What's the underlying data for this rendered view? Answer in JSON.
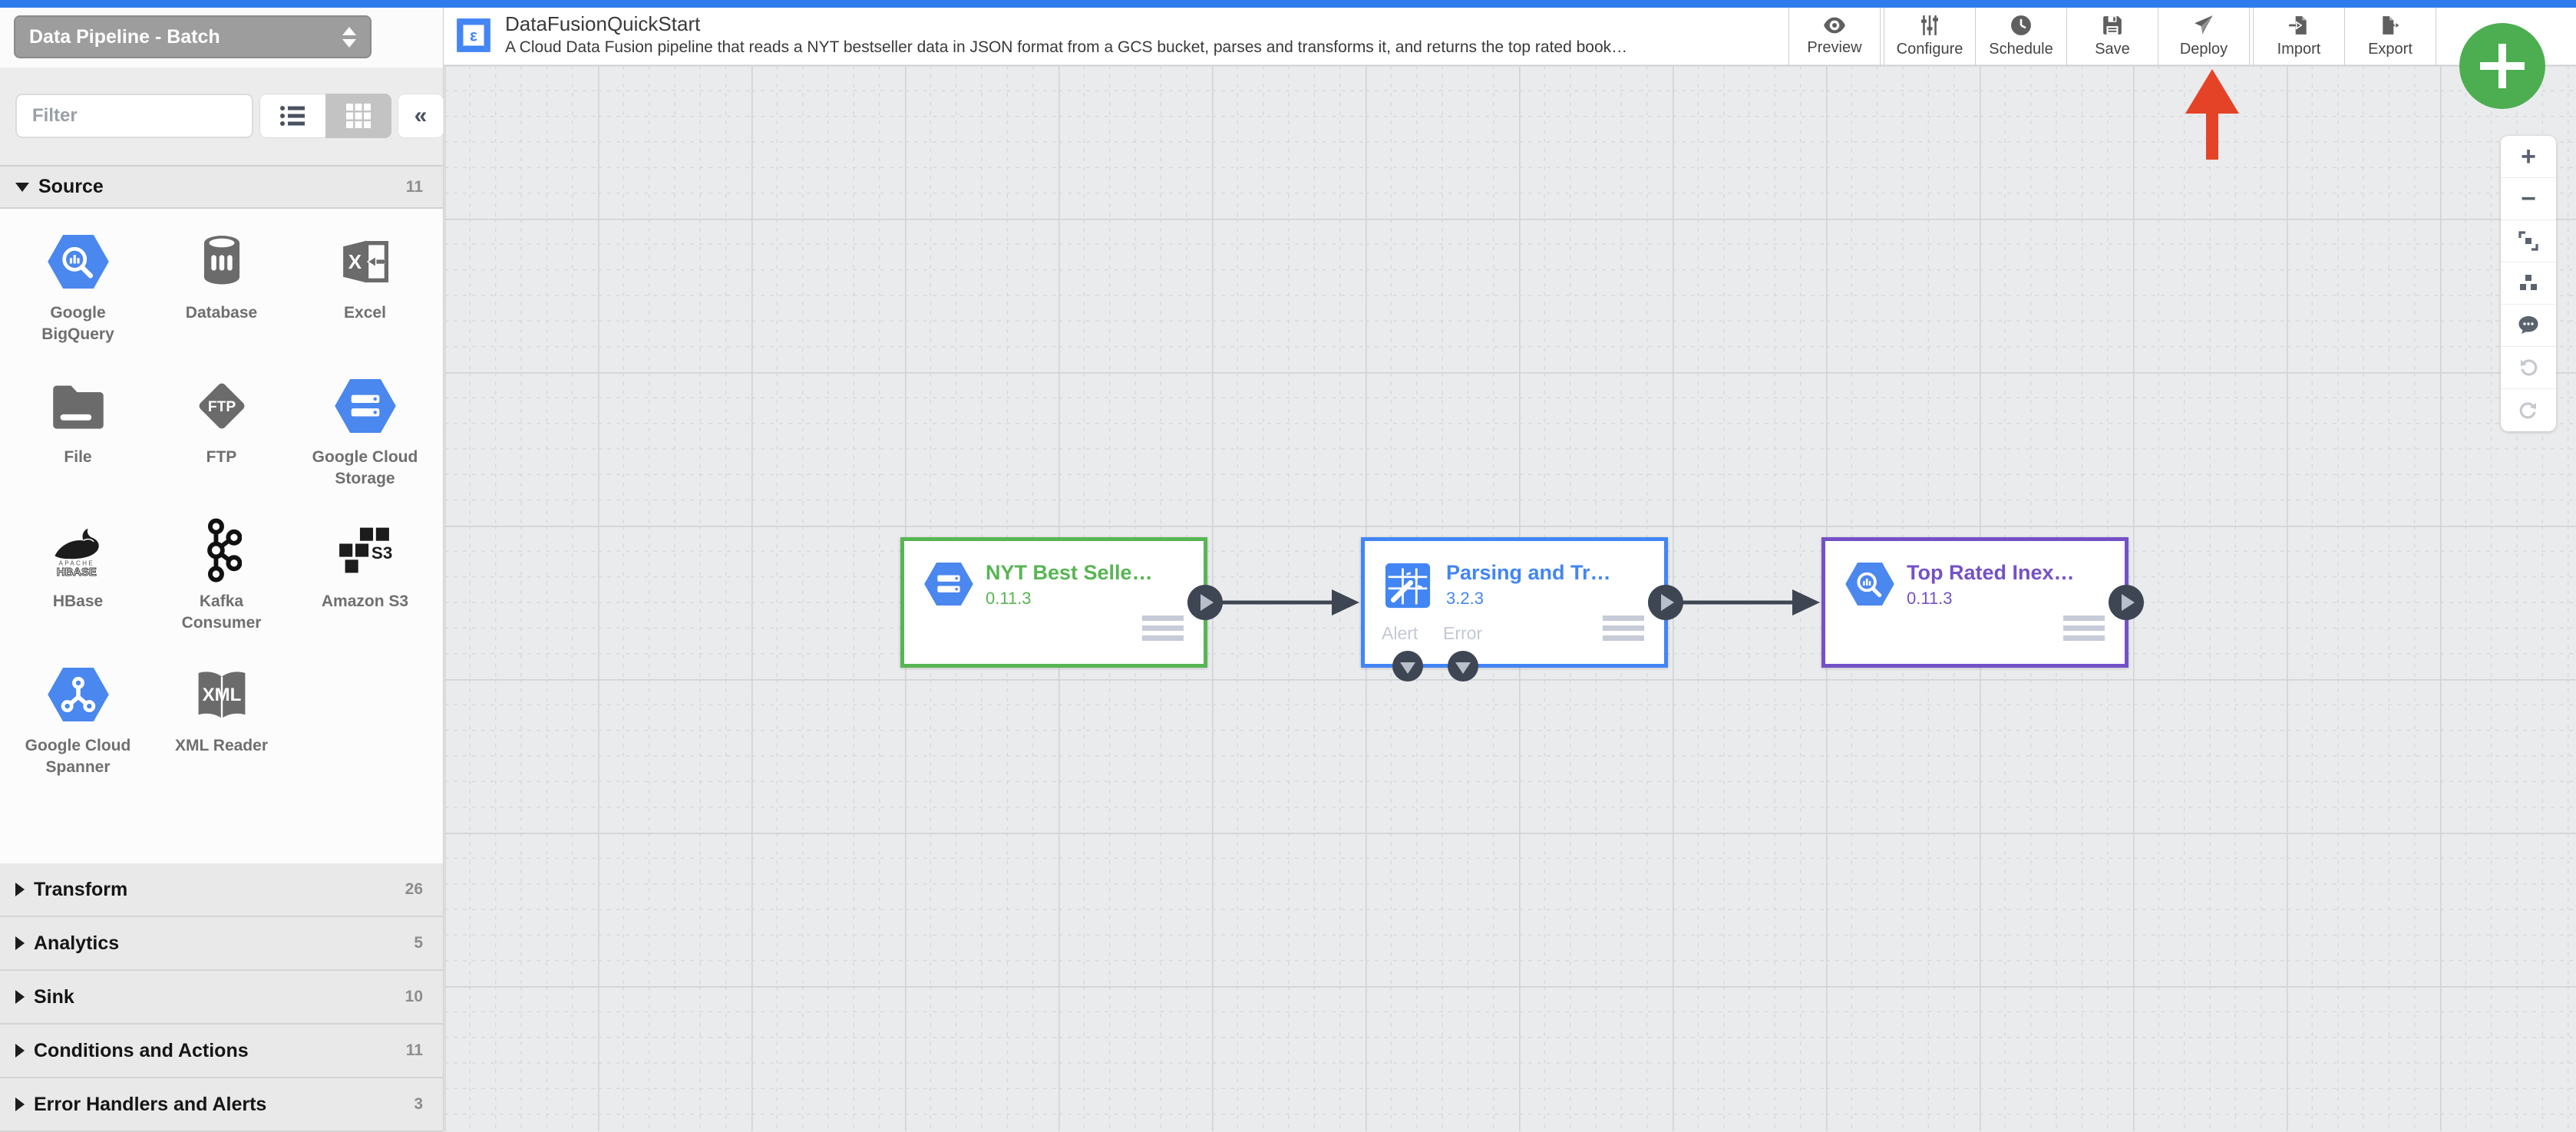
{
  "sidebar": {
    "pipeline_type": "Data Pipeline - Batch",
    "filter_placeholder": "Filter",
    "source": {
      "label": "Source",
      "count": "11"
    },
    "plugins": [
      {
        "label": "Google BigQuery"
      },
      {
        "label": "Database"
      },
      {
        "label": "Excel"
      },
      {
        "label": "File"
      },
      {
        "label": "FTP"
      },
      {
        "label": "Google Cloud Storage"
      },
      {
        "label": "HBase"
      },
      {
        "label": "Kafka Consumer"
      },
      {
        "label": "Amazon S3"
      },
      {
        "label": "Google Cloud Spanner"
      },
      {
        "label": "XML Reader"
      }
    ],
    "collapsed": [
      {
        "label": "Transform",
        "count": "26"
      },
      {
        "label": "Analytics",
        "count": "5"
      },
      {
        "label": "Sink",
        "count": "10"
      },
      {
        "label": "Conditions and Actions",
        "count": "11"
      },
      {
        "label": "Error Handlers and Alerts",
        "count": "3"
      }
    ]
  },
  "header": {
    "title": "DataFusionQuickStart",
    "description": "A Cloud Data Fusion pipeline that reads a NYT bestseller data in JSON format from a GCS bucket, parses and transforms it, and returns the top rated book…",
    "toolbar": [
      {
        "label": "Preview"
      },
      {
        "label": "Configure"
      },
      {
        "label": "Schedule"
      },
      {
        "label": "Save"
      },
      {
        "label": "Deploy"
      },
      {
        "label": "Import"
      },
      {
        "label": "Export"
      }
    ]
  },
  "canvas": {
    "nodes": [
      {
        "name": "NYT Best Selle…",
        "version": "0.11.3",
        "color": "#58b553"
      },
      {
        "name": "Parsing and Tr…",
        "version": "3.2.3",
        "color": "#4285f4",
        "alert_label": "Alert",
        "error_label": "Error"
      },
      {
        "name": "Top Rated Inex…",
        "version": "0.11.3",
        "color": "#7451c6"
      }
    ]
  },
  "colors": {
    "topbar_blue": "#2e7ceb",
    "fab_green": "#4cae51",
    "arrow_red": "#e54328"
  }
}
